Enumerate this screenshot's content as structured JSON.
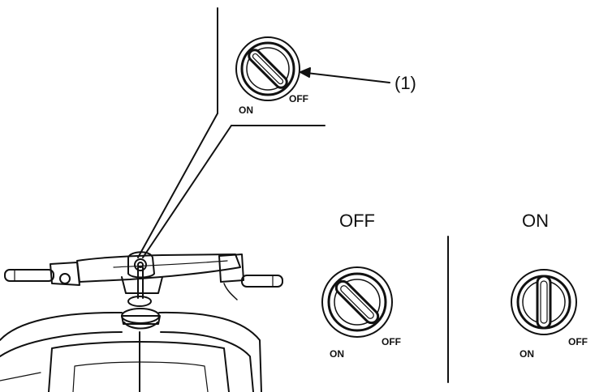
{
  "callout": {
    "number": "(1)"
  },
  "detail_switch": {
    "on_label": "ON",
    "off_label": "OFF"
  },
  "panels": {
    "off": {
      "title": "OFF",
      "on_label": "ON",
      "off_label": "OFF"
    },
    "on": {
      "title": "ON",
      "on_label": "ON",
      "off_label": "OFF"
    }
  }
}
